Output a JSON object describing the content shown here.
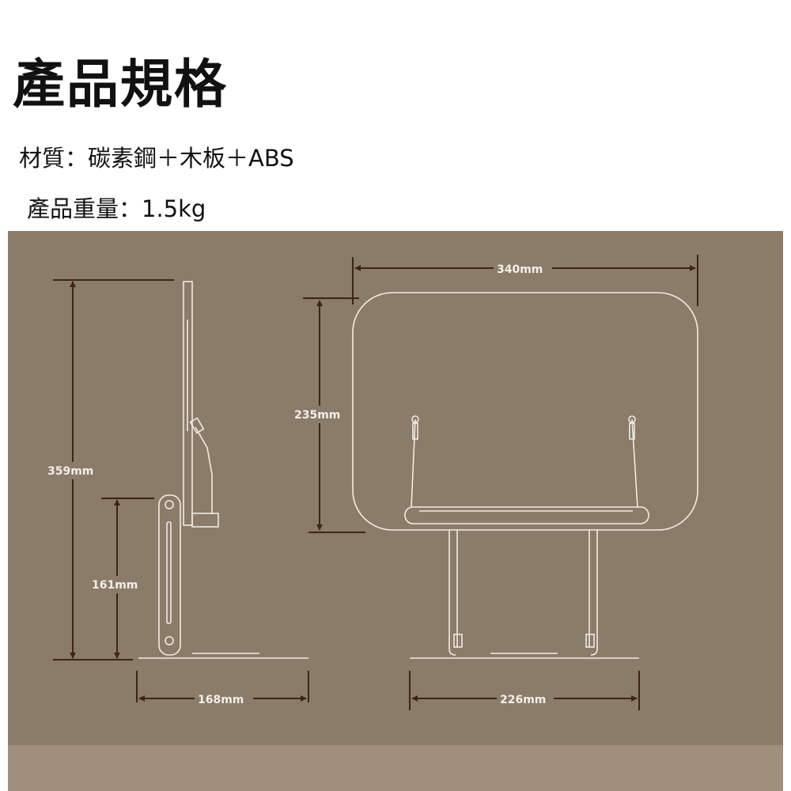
{
  "title": "產品規格",
  "specs": {
    "material": "材質：碳素鋼＋木板＋ABS",
    "weight": "產品重量：1.5kg"
  },
  "dimensions": {
    "total_height": "359mm",
    "stand_height": "161mm",
    "depth": "168mm",
    "width": "340mm",
    "panel_height": "235mm",
    "base_width": "226mm"
  },
  "colors": {
    "background": "#8b7b69",
    "arrow": "#3e2414",
    "line": "#f1ebe2"
  }
}
